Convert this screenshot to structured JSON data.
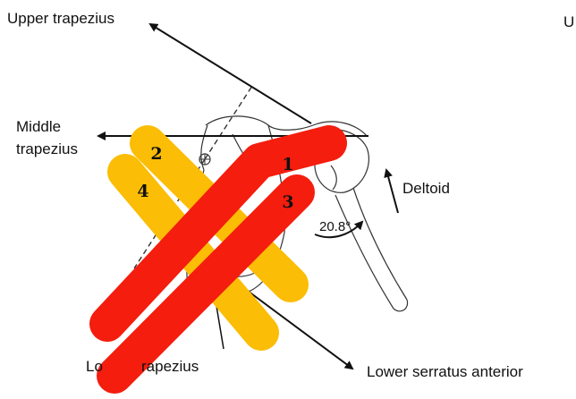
{
  "labels": {
    "upper_trapezius": "Upper trapezius",
    "middle_trapezius_line1": "Middle",
    "middle_trapezius_line2": "trapezius",
    "deltoid": "Deltoid",
    "angle": "20.8°",
    "lower_trapezius_left": "Lo",
    "lower_trapezius_right": "rapezius",
    "lower_serratus_anterior": "Lower serratus anterior",
    "cropped_top_right": "U"
  },
  "bar_numbers": [
    "1",
    "2",
    "3",
    "4"
  ],
  "colors": {
    "yellow_bar": "#fbbd05",
    "red_bar": "#f41d0e",
    "line": "#111111"
  }
}
